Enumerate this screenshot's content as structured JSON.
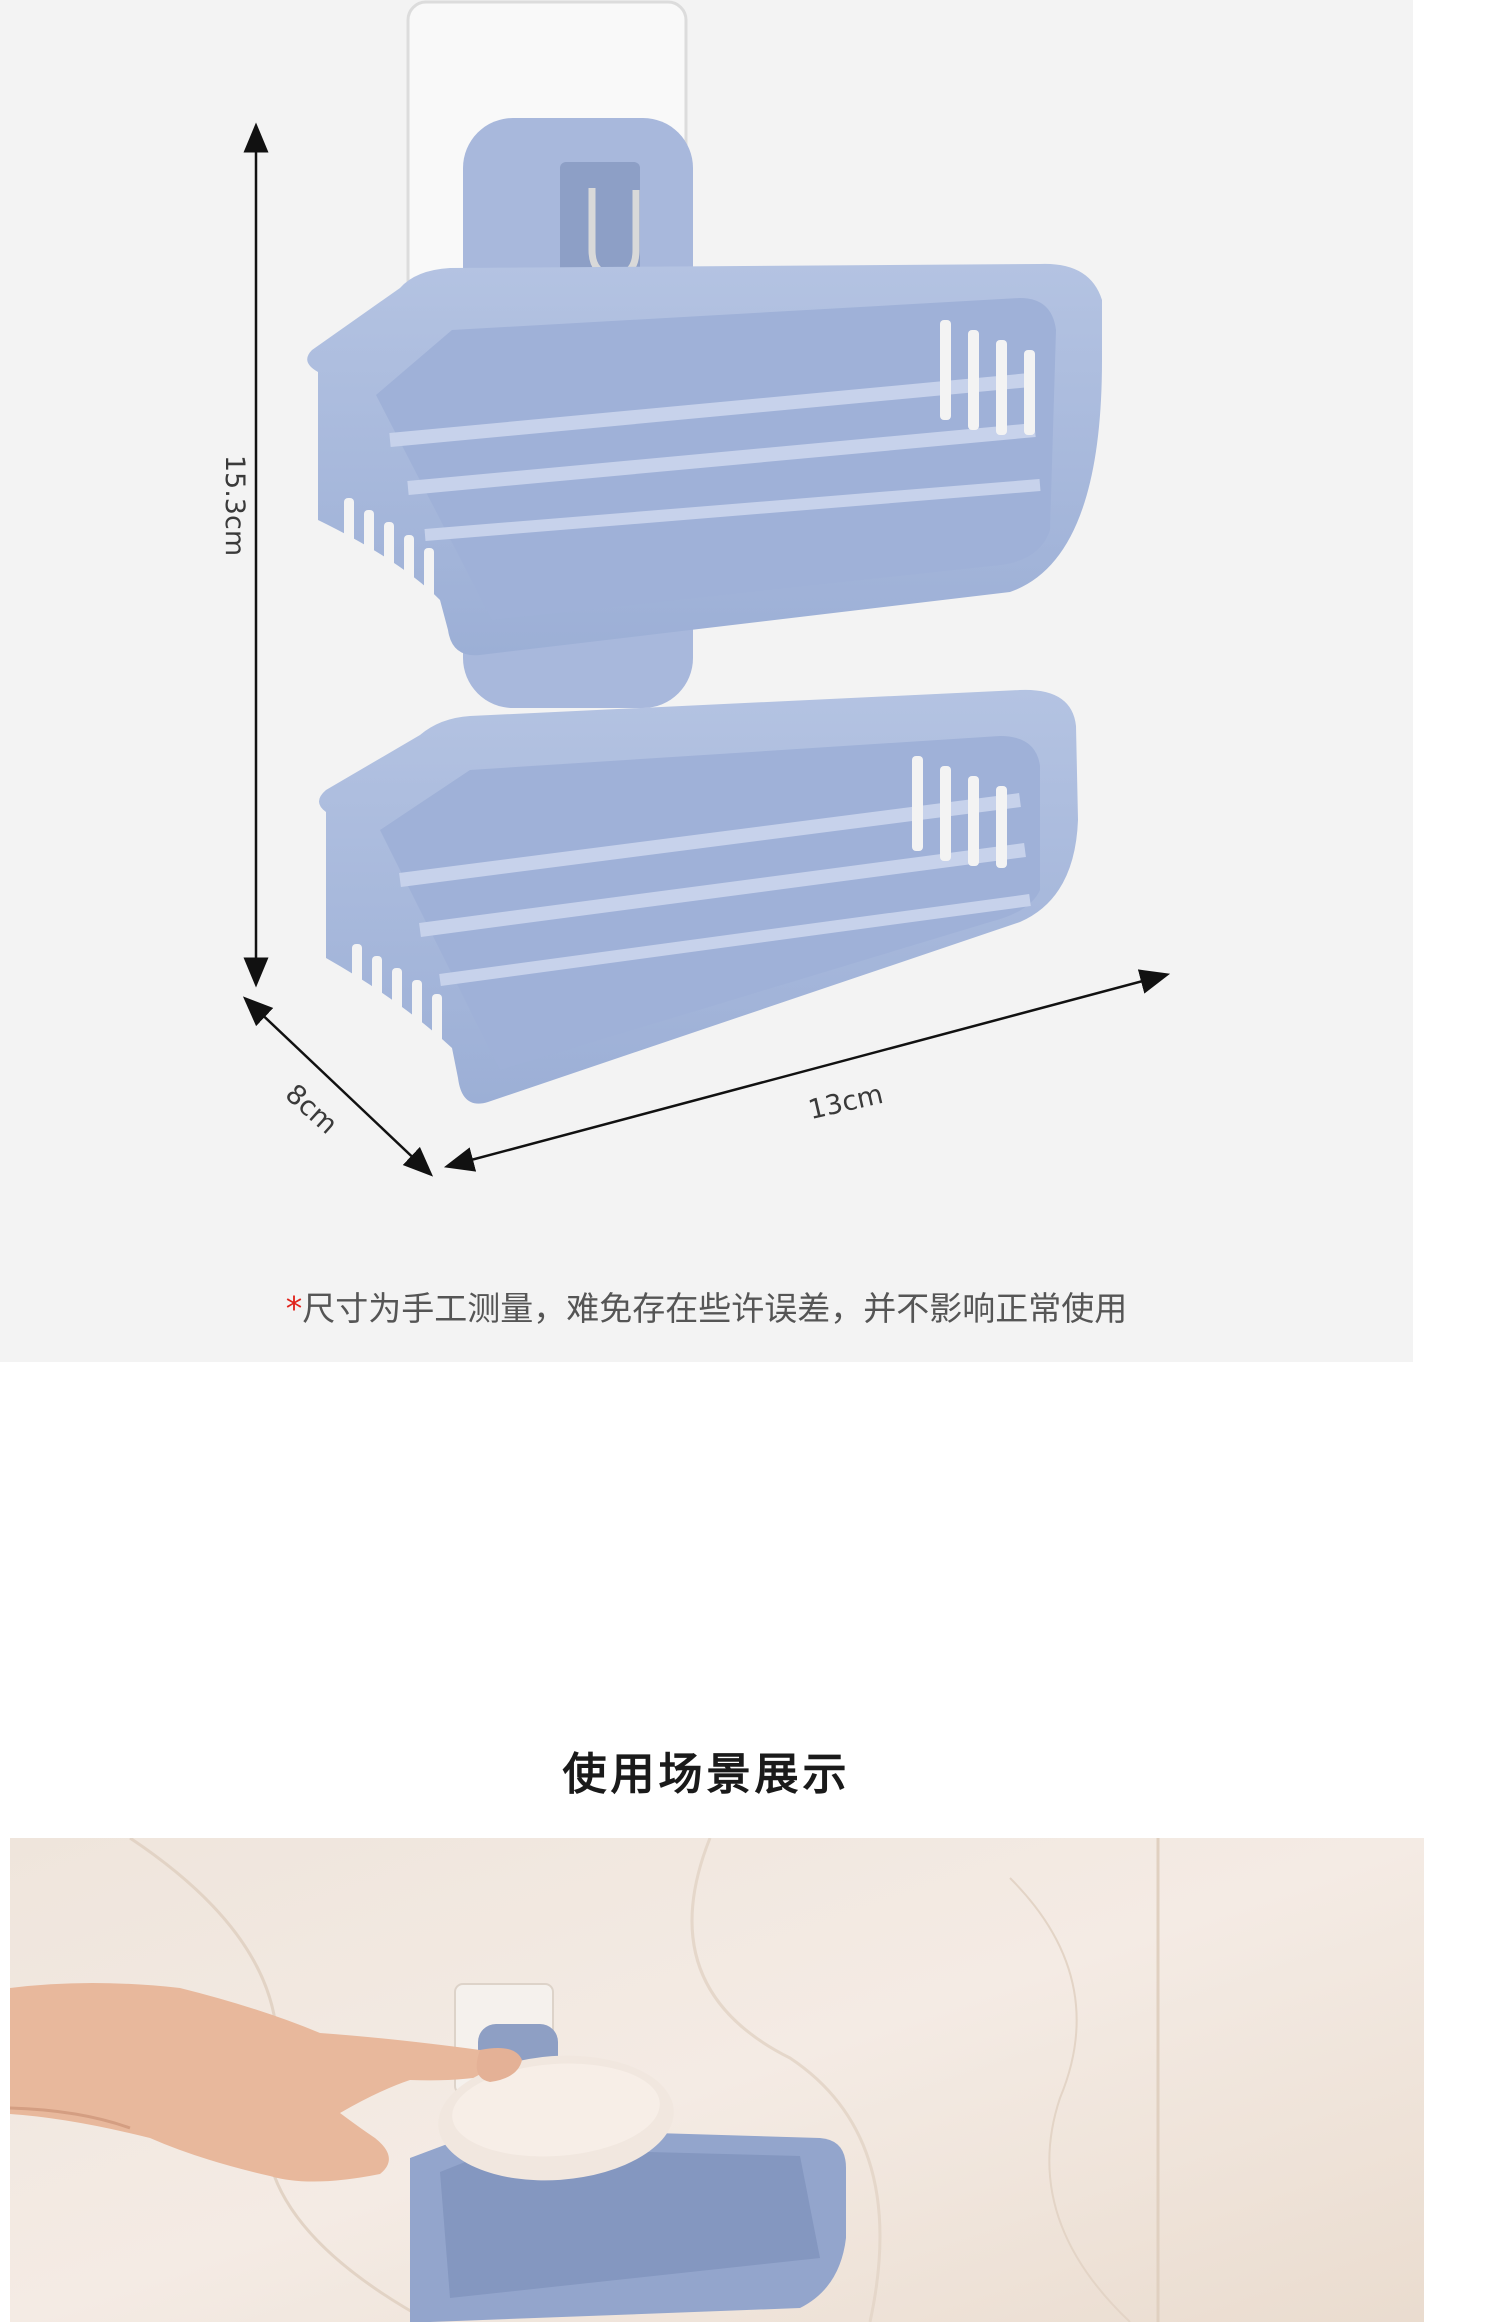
{
  "dimensions": {
    "height_label": "15.3cm",
    "depth_label": "8cm",
    "width_label": "13cm"
  },
  "note": {
    "asterisk": "*",
    "text": "尺寸为手工测量，难免存在些许误差，并不影响正常使用"
  },
  "scene": {
    "title": "使用场景展示"
  },
  "colors": {
    "panel_background": "#f3f3f3",
    "product_blue": "#a9b9dc",
    "asterisk_red": "#e0231b"
  }
}
